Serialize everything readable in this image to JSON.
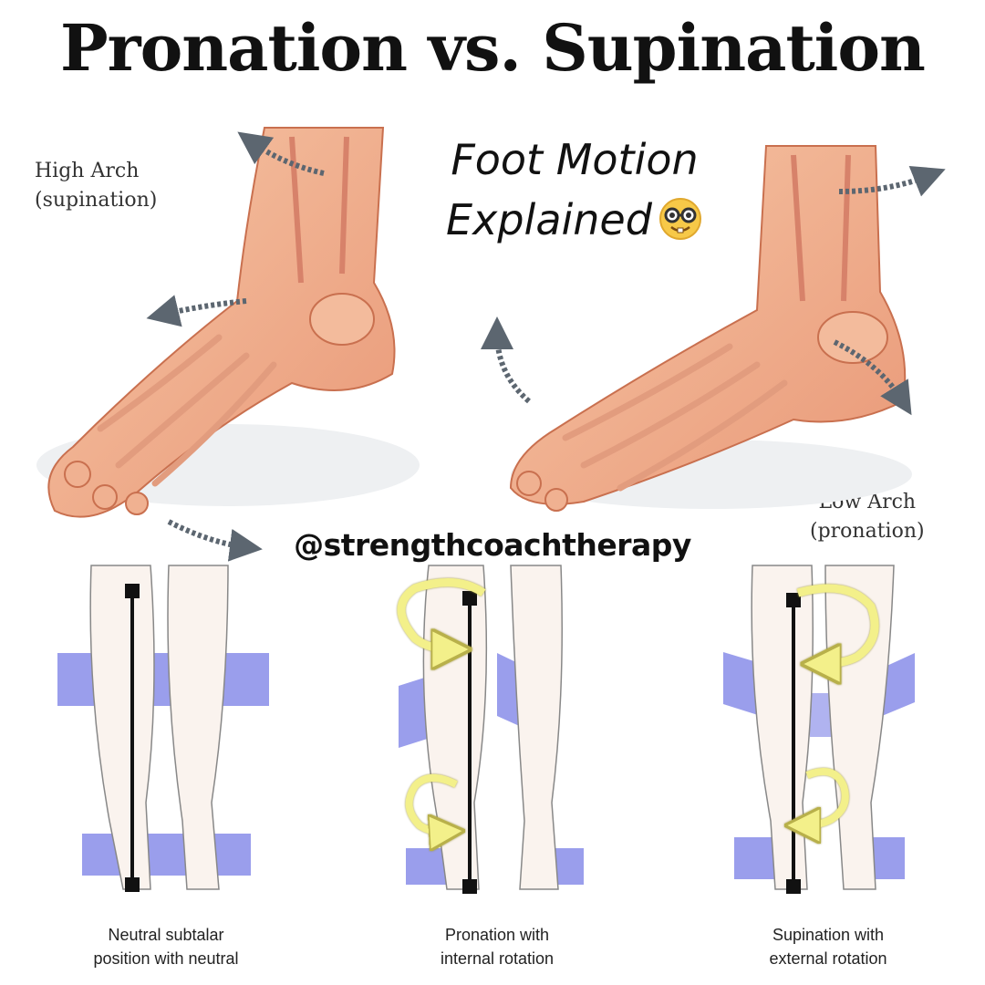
{
  "title": "Pronation vs. Supination",
  "subtitle": {
    "line1": "Foot Motion",
    "line2": "Explained",
    "emoji_icon": "nerd-face-icon"
  },
  "labels": {
    "high_arch": "High Arch",
    "high_arch_sub": "(supination)",
    "low_arch": "Low Arch",
    "low_arch_sub": "(pronation)"
  },
  "handle": "@strengthcoachtherapy",
  "captions": [
    {
      "line1": "Neutral subtalar",
      "line2": "position with neutral"
    },
    {
      "line1": "Pronation with",
      "line2": "internal rotation"
    },
    {
      "line1": "Supination with",
      "line2": "external rotation"
    }
  ],
  "colors": {
    "bone": "#f1b48f",
    "bone_shadow": "#d97d5c",
    "plane": "#8f93ea",
    "rotation_arrow": "#f3f08a",
    "motion_arrow": "#5c6670"
  }
}
